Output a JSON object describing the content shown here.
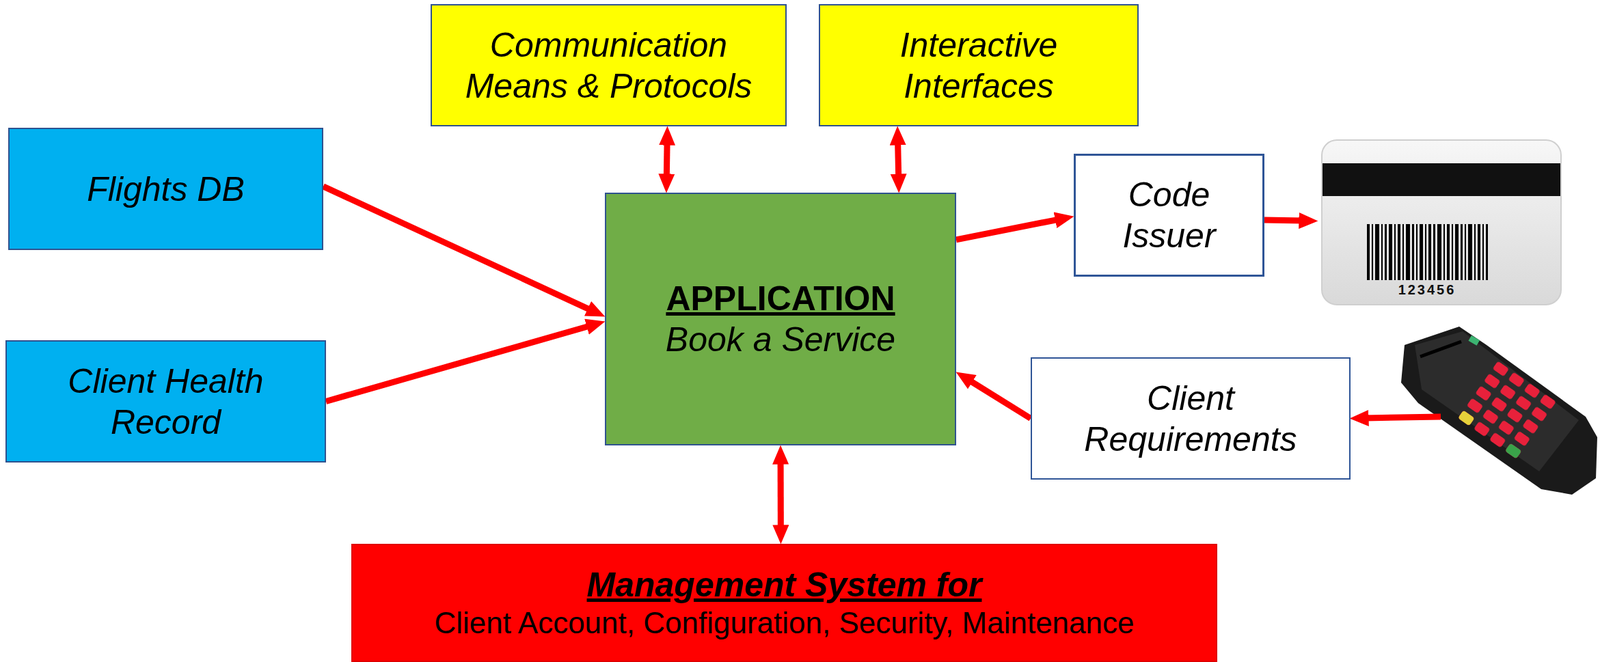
{
  "diagram": {
    "nodes": [
      {
        "text": [
          "Communication Means & Protocols"
        ]
      },
      {
        "text": [
          "Interactive Interfaces"
        ]
      },
      {
        "text": [
          "Flights DB"
        ]
      },
      {
        "text": [
          "APPLICATION",
          "Book a Service"
        ]
      },
      {
        "text": [
          "Code Issuer"
        ]
      },
      {
        "text": [
          "Client Health Record"
        ]
      },
      {
        "text": [
          "Client Requirements"
        ]
      },
      {
        "text": [
          "Management System for",
          "Client Account, Configuration, Security, Maintenance"
        ]
      }
    ],
    "edges": [
      {
        "from": 2,
        "to": 3,
        "arrow": "to"
      },
      {
        "from": 5,
        "to": 3,
        "arrow": "to"
      },
      {
        "from": 0,
        "to": 3,
        "arrow": "both"
      },
      {
        "from": 1,
        "to": 3,
        "arrow": "both"
      },
      {
        "from": 3,
        "to": 4,
        "arrow": "to"
      },
      {
        "from": 6,
        "to": 3,
        "arrow": "to"
      },
      {
        "from": 3,
        "to": 7,
        "arrow": "both"
      }
    ],
    "labels": [
      "123456"
    ]
  }
}
